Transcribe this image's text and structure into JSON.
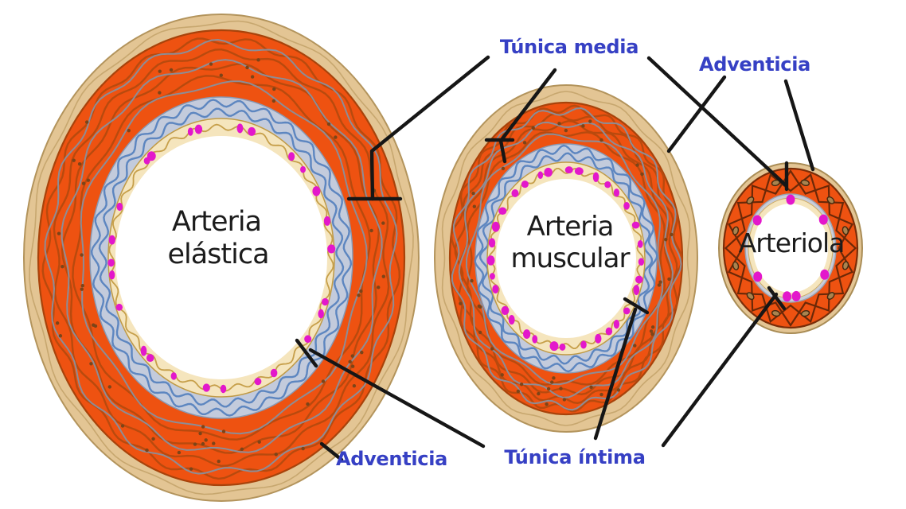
{
  "diagram": {
    "type": "anatomical-cross-sections",
    "subject": "artery wall layers comparison"
  },
  "vessels": [
    {
      "id": "arteria-elastica",
      "label_lines": [
        "Arteria",
        "elástica"
      ]
    },
    {
      "id": "arteria-muscular",
      "label_lines": [
        "Arteria",
        "muscular"
      ]
    },
    {
      "id": "arteriola",
      "label_lines": [
        "Arteriola"
      ]
    }
  ],
  "annotations": [
    {
      "id": "tunica-media",
      "text": "Túnica media"
    },
    {
      "id": "adventicia-top",
      "text": "Adventicia"
    },
    {
      "id": "adventicia-bottom",
      "text": "Adventicia"
    },
    {
      "id": "tunica-intima",
      "text": "Túnica íntima"
    }
  ],
  "colors": {
    "label_text": "#3640c4",
    "vessel_text": "#1c1c1c",
    "leader_line": "#161616",
    "media_orange": "#ee5211",
    "media_cell_outline": "#b84a0e",
    "media_elastic_gray": "#8d8d96",
    "adventitia_tan": "#e3c594",
    "elastic_blue_bg": "#c3cbdc",
    "elastic_blue_line": "#5d86c0",
    "intima_cream": "#f5e5bd",
    "endothelium_magenta": "#e317cb",
    "lumen_white": "#ffffff"
  }
}
